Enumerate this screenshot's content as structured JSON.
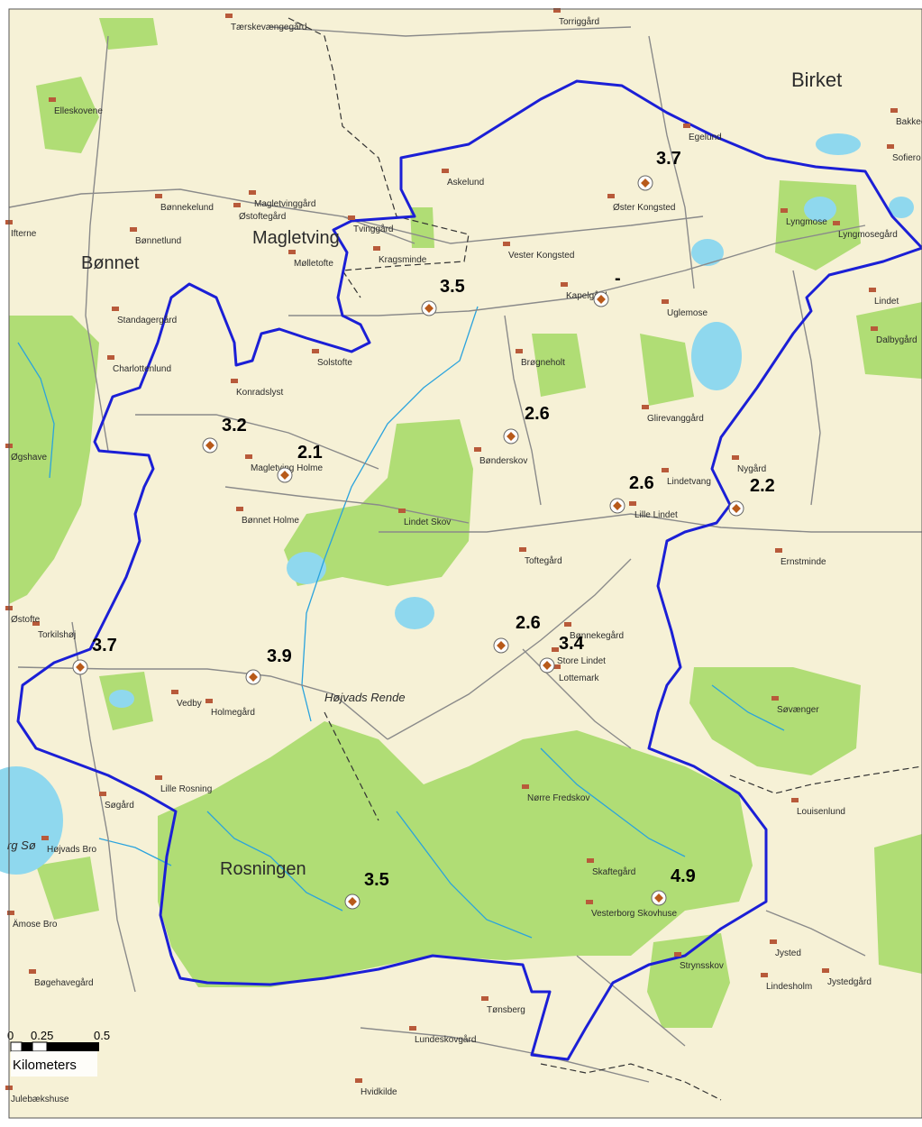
{
  "colors": {
    "background": "#f6f1d6",
    "forest": "#a9da6a",
    "water": "#8fd8ee",
    "stream": "#2aa3dd",
    "boundary": "#1b1fd6",
    "road": "#8a8a8a",
    "building": "#b85a3a",
    "marker": "#b85a1a"
  },
  "places": {
    "large": [
      "Bønnet",
      "Magletving",
      "Rosningen",
      "Birket"
    ],
    "small": [
      "Tærskevængegård",
      "Torriggård",
      "Elleskovene",
      "Bønnekelund",
      "Magletvinggård",
      "Østoftegård",
      "Bønnetlund",
      "Askelund",
      "Tvinggård",
      "Kragsminde",
      "Mølletofte",
      "Vester Kongsted",
      "Kapelgård",
      "Øster Kongsted",
      "Egelund",
      "Lyngmose",
      "Lyngmosegård",
      "Lindet",
      "Dalbygård",
      "Sofiero",
      "Bakkegård",
      "Uglemose",
      "Standagergård",
      "Charlottenlund",
      "Konradslyst",
      "Solstofte",
      "Brøgneholt",
      "Glirevanggård",
      "Bønderskov",
      "Magletving Holme",
      "Lindet Skov",
      "Nygård",
      "Lindetvang",
      "Lille Lindet",
      "Bønnet Holme",
      "Toftegård",
      "Ernstminde",
      "Torkilshøj",
      "Vedby",
      "Holmegård",
      "Bønnekegård",
      "Store Lindet",
      "Lottemark",
      "Søvænger",
      "Lille Rosning",
      "Søgård",
      "Nørre Fredskov",
      "Louisenlund",
      "Højvads Bro",
      "Skaftegård",
      "Vesterborg Skovhuse",
      "Jysted",
      "Ämose Bro",
      "Lindesholm",
      "Jystedgård",
      "Bøgehavegård",
      "Strynsskov",
      "Tønsberg",
      "Lundeskovgård",
      "Hvidkilde",
      "Julebækshuse",
      "Øgshave",
      "Østofte",
      "Ifterne"
    ],
    "stream": "Højvads Rende",
    "lake": "rg Sø"
  },
  "sites": [
    {
      "label": "3.7",
      "id": "site-oster-kongsted"
    },
    {
      "label": "3.5",
      "id": "site-kragsminde"
    },
    {
      "label": "-",
      "id": "site-kapelgard"
    },
    {
      "label": "2.6",
      "id": "site-brogneholt"
    },
    {
      "label": "3.2",
      "id": "site-konradslyst"
    },
    {
      "label": "2.1",
      "id": "site-magletving-holme"
    },
    {
      "label": "2.6",
      "id": "site-lille-lindet"
    },
    {
      "label": "2.2",
      "id": "site-nygard"
    },
    {
      "label": "3.7",
      "id": "site-torkilshoj"
    },
    {
      "label": "3.9",
      "id": "site-vedby"
    },
    {
      "label": "2.6",
      "id": "site-store-lindet-w"
    },
    {
      "label": "3.4",
      "id": "site-store-lindet-e"
    },
    {
      "label": "3.5",
      "id": "site-rosningen"
    },
    {
      "label": "4.9",
      "id": "site-vesterborg"
    }
  ],
  "scale_bar": {
    "ticks": [
      "0",
      "0.25",
      "0.5"
    ],
    "unit": "Kilometers"
  }
}
